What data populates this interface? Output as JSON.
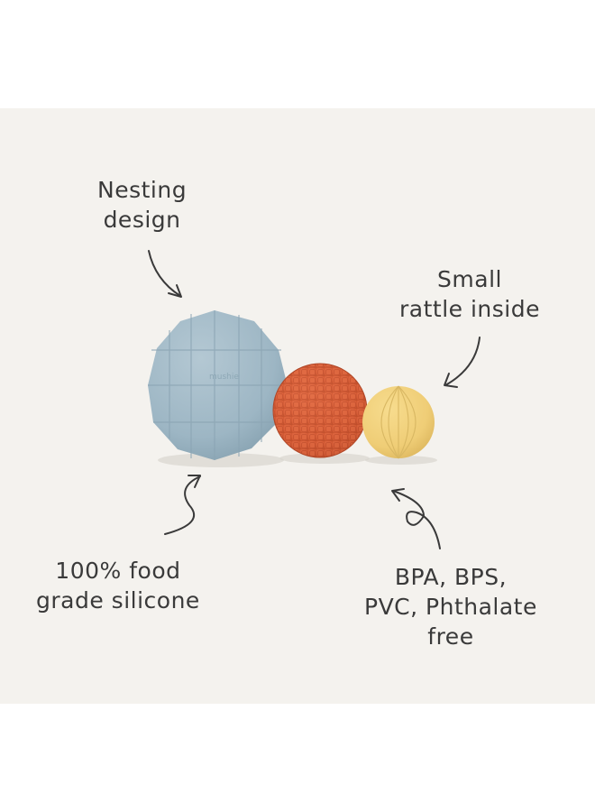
{
  "callouts": {
    "nesting": [
      "Nesting",
      "design"
    ],
    "rattle": [
      "Small",
      "rattle inside"
    ],
    "silicone": [
      "100% food",
      "grade silicone"
    ],
    "bpa": [
      "BPA, BPS,",
      "PVC, Phthalate",
      "free"
    ]
  },
  "product": {
    "balls": [
      {
        "name": "large-blue-ball",
        "color": "#9fb8c6"
      },
      {
        "name": "medium-orange-ball",
        "color": "#d9603a"
      },
      {
        "name": "small-yellow-ball",
        "color": "#f0d07a"
      }
    ],
    "brand_imprint": "mushie"
  },
  "colors": {
    "background": "#f4f2ee",
    "text": "#3a3a3a"
  }
}
